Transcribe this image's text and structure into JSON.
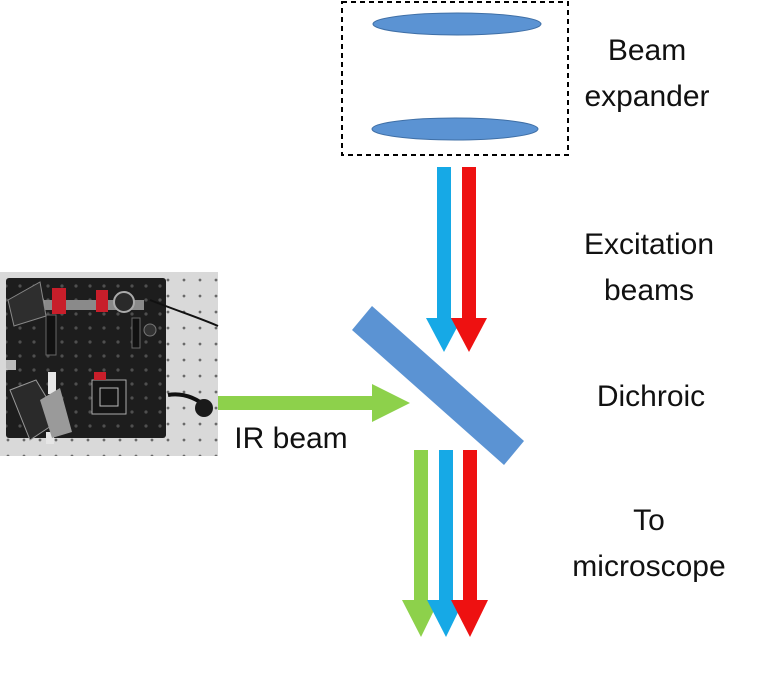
{
  "labels": {
    "beam_expander_line1": "Beam",
    "beam_expander_line2": "expander",
    "excitation_line1": "Excitation",
    "excitation_line2": "beams",
    "dichroic": "Dichroic",
    "ir_beam": "IR beam",
    "to_microscope_line1": "To",
    "to_microscope_line2": "microscope"
  },
  "colors": {
    "lens": "#5b93d3",
    "lens_edge": "#3f6fa6",
    "dichroic": "#5b93d3",
    "blue_beam": "#16a9e6",
    "red_beam": "#ee1111",
    "green_beam": "#8dd14b",
    "breadboard": "#d8d8d8",
    "plate": "#1c1c1c",
    "hole": "#555555"
  },
  "photo": {
    "description_icon": "optical-breadboard-photo-icon"
  }
}
